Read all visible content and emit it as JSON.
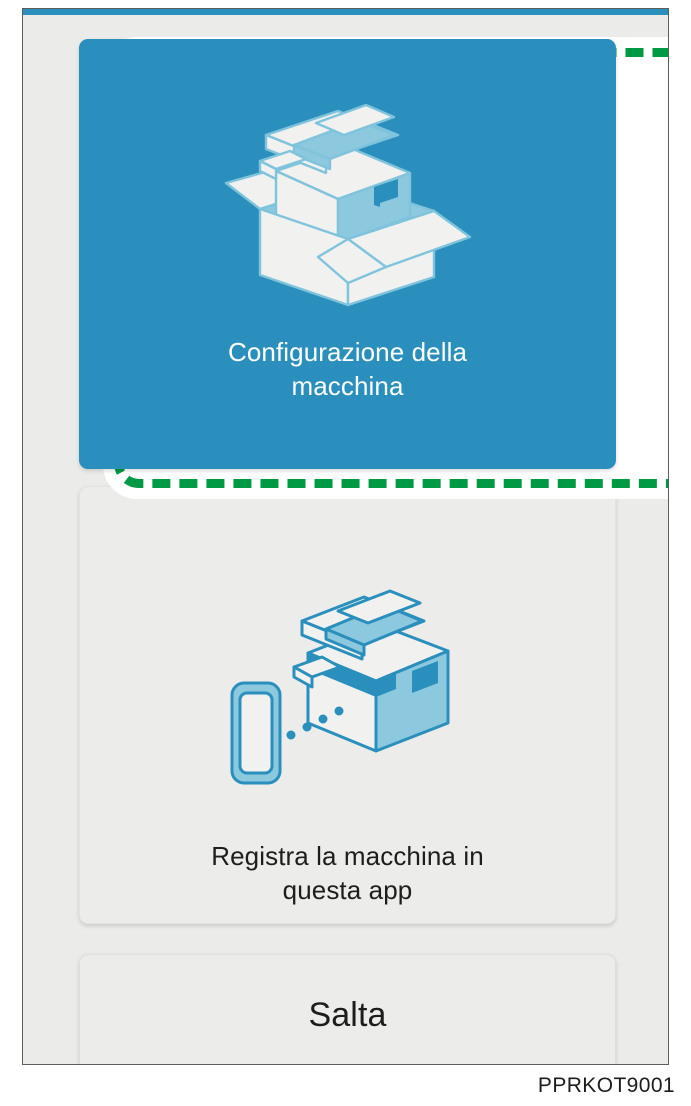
{
  "screen": {
    "background_color": "#ebebe9",
    "status_bar_color": "#2a8fbd"
  },
  "highlight": {
    "target": "machine-setup-card",
    "style": "green dashed rounded outline",
    "color": "#009944"
  },
  "cards": [
    {
      "id": "machine-setup",
      "label": "Configurazione della\nmacchina",
      "label_line1": "Configurazione della",
      "label_line2": "macchina",
      "icon": "printer-in-open-box-icon",
      "background_color": "#2a8fbd",
      "text_color": "#ffffff",
      "selected": true
    },
    {
      "id": "register-machine",
      "label": "Registra la macchina in\nquesta app",
      "label_line1": "Registra la macchina in",
      "label_line2": "questa app",
      "icon": "printer-with-mobile-device-icon",
      "background_color": "#ececea",
      "text_color": "#1d1d1b",
      "selected": false
    }
  ],
  "skip_button": {
    "label": "Salta",
    "background_color": "#ececea",
    "text_color": "#1d1d1b"
  },
  "figure_caption": "PPRKOT9001"
}
